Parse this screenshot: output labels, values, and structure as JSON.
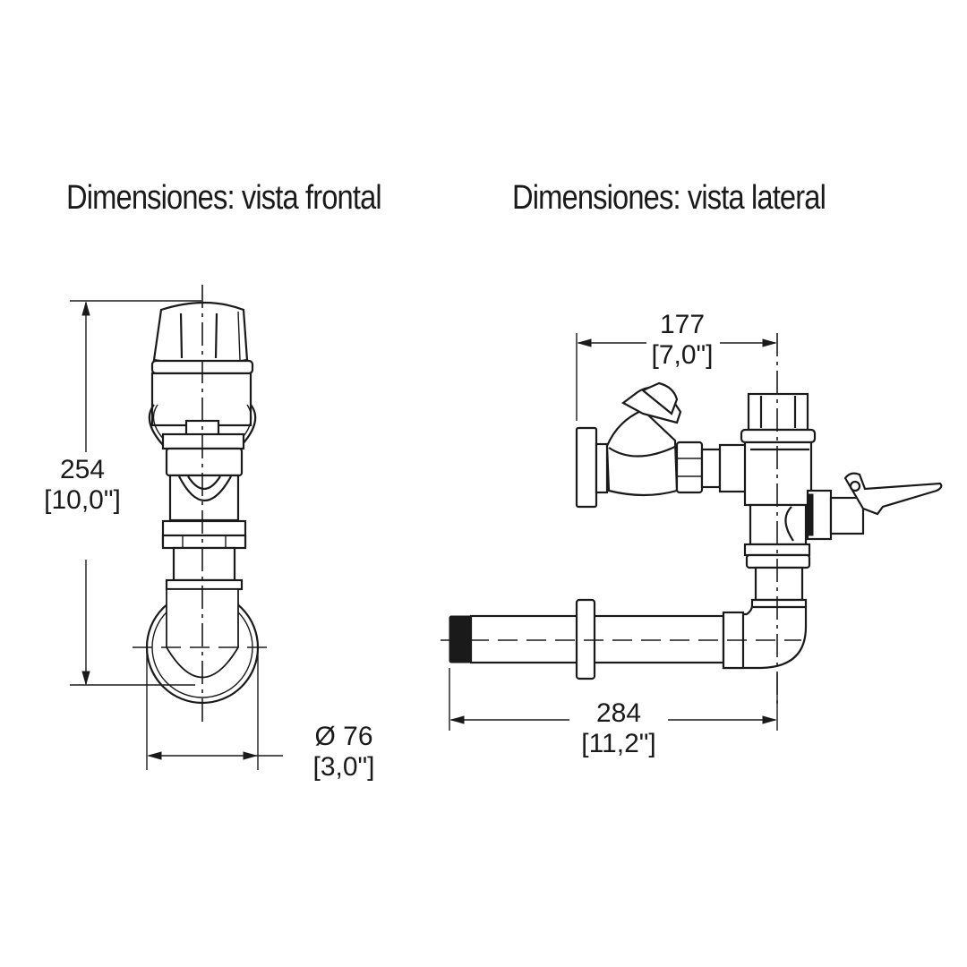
{
  "titles": {
    "front": "Dimensiones: vista frontal",
    "side": "Dimensiones: vista lateral"
  },
  "front_view": {
    "height": {
      "mm": "254",
      "inch": "[10,0\"]"
    },
    "diameter": {
      "mm": "Ø 76",
      "inch": "[3,0\"]"
    }
  },
  "side_view": {
    "top_width": {
      "mm": "177",
      "inch": "[7,0\"]"
    },
    "bottom_length": {
      "mm": "284",
      "inch": "[11,2\"]"
    }
  },
  "colors": {
    "line": "#1a1a1a",
    "background": "#ffffff"
  }
}
